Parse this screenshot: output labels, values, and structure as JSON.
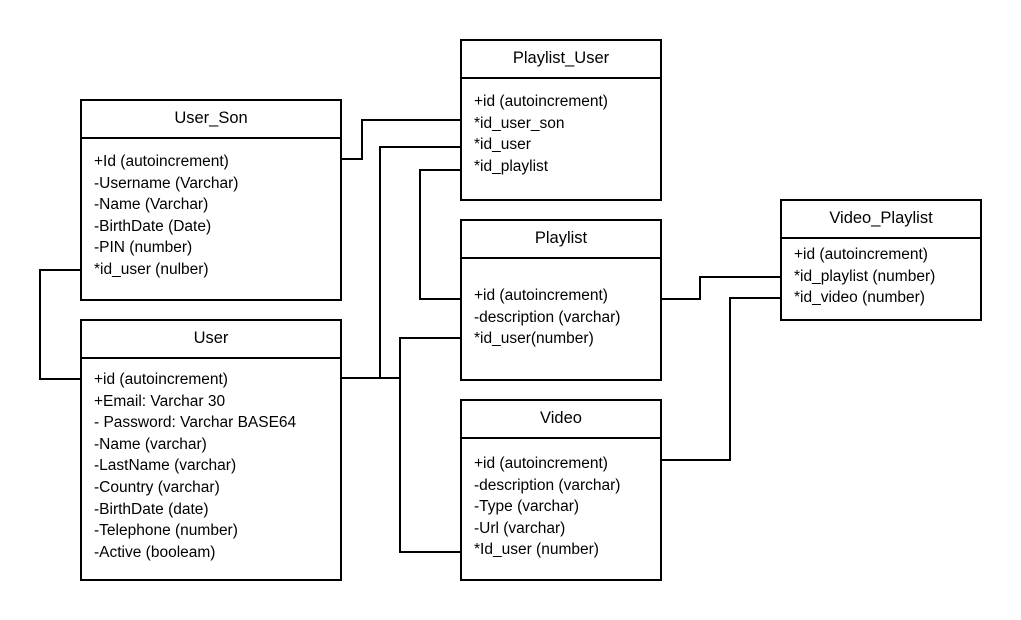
{
  "entities": {
    "user_son": {
      "title": "User_Son",
      "fields": [
        "+Id (autoincrement)",
        "-Username (Varchar)",
        "-Name (Varchar)",
        "-BirthDate (Date)",
        "-PIN (number)",
        "*id_user (nulber)"
      ]
    },
    "user": {
      "title": "User",
      "fields": [
        "+id (autoincrement)",
        "+Email: Varchar 30",
        "- Password: Varchar BASE64",
        "-Name (varchar)",
        "-LastName (varchar)",
        "-Country (varchar)",
        "-BirthDate (date)",
        "-Telephone (number)",
        "-Active (booleam)"
      ]
    },
    "playlist_user": {
      "title": "Playlist_User",
      "fields": [
        "+id (autoincrement)",
        "*id_user_son",
        "*id_user",
        "*id_playlist"
      ]
    },
    "playlist": {
      "title": "Playlist",
      "fields": [
        "+id (autoincrement)",
        "-description (varchar)",
        "*id_user(number)"
      ]
    },
    "video": {
      "title": "Video",
      "fields": [
        "+id (autoincrement)",
        "-description (varchar)",
        "-Type (varchar)",
        "-Url (varchar)",
        "*Id_user (number)"
      ]
    },
    "video_playlist": {
      "title": "Video_Playlist",
      "fields": [
        "+id (autoincrement)",
        "*id_playlist (number)",
        "*id_video (number)"
      ]
    }
  },
  "relationships": [
    {
      "from": "user_son.id_user",
      "to": "user.id"
    },
    {
      "from": "playlist_user.id_user_son",
      "to": "user_son.id"
    },
    {
      "from": "playlist_user.id_user",
      "to": "user.id"
    },
    {
      "from": "playlist_user.id_playlist",
      "to": "playlist.id"
    },
    {
      "from": "playlist.id_user",
      "to": "user.id"
    },
    {
      "from": "video.id_user",
      "to": "user.id"
    },
    {
      "from": "video_playlist.id_playlist",
      "to": "playlist.id"
    },
    {
      "from": "video_playlist.id_video",
      "to": "video.id"
    }
  ]
}
